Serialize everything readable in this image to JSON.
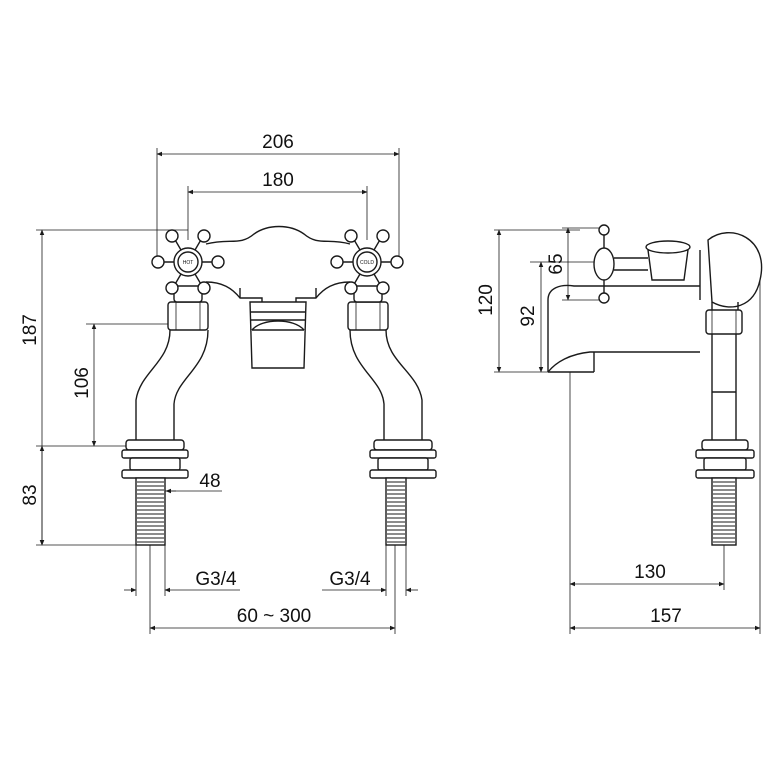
{
  "front_view": {
    "dim_206": "206",
    "dim_180": "180",
    "dim_187": "187",
    "dim_106": "106",
    "dim_83": "83",
    "dim_48": "48",
    "thread_left": "G3/4",
    "thread_right": "G3/4",
    "dim_spacing": "60 ~ 300",
    "hot_label": "HOT",
    "cold_label": "COLD"
  },
  "side_view": {
    "dim_120": "120",
    "dim_92": "92",
    "dim_65": "65",
    "dim_130": "130",
    "dim_157": "157"
  }
}
